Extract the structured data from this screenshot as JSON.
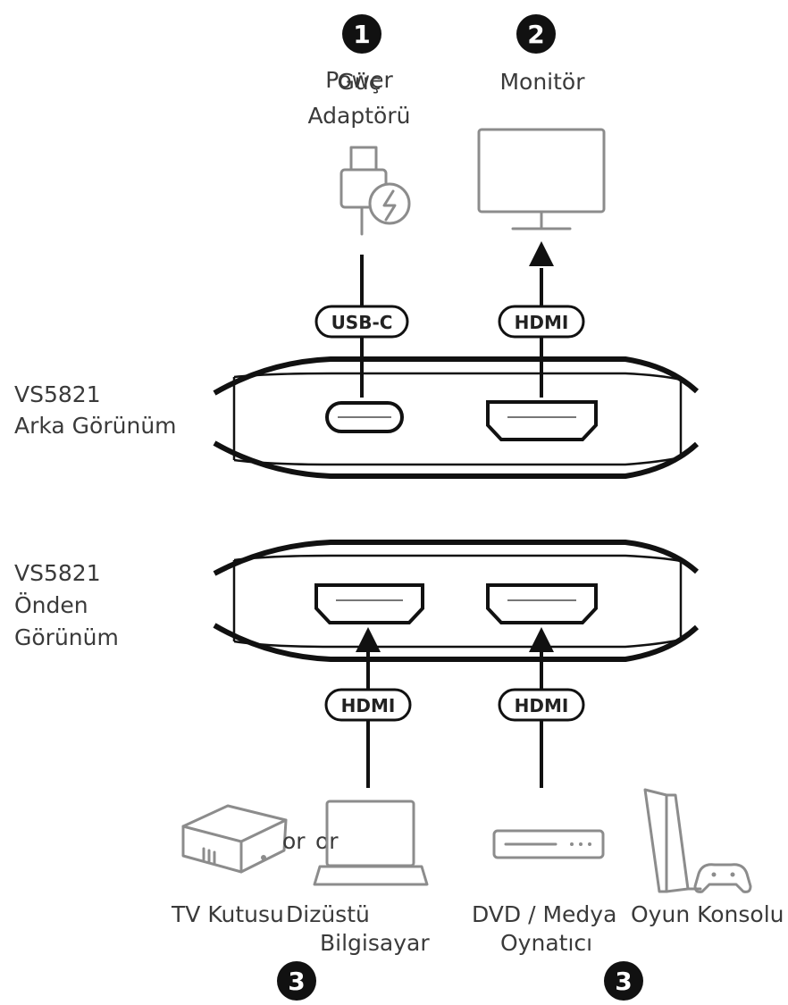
{
  "markers": {
    "one": "1",
    "two": "2",
    "three_left": "3",
    "three_right": "3"
  },
  "top": {
    "power_label_overlap": "Power",
    "power_label_line1": "Güç",
    "power_label_line2": "Adaptörü",
    "monitor_label": "Monitör"
  },
  "cables": {
    "usb_c": "USB-C",
    "hdmi_rear": "HDMI",
    "hdmi_front_left": "HDMI",
    "hdmi_front_right": "HDMI"
  },
  "views": {
    "rear_line1": "VS5821",
    "rear_line2": "Arka Görünüm",
    "front_line1": "VS5821",
    "front_line2": "Önden",
    "front_line3": "Görünüm"
  },
  "bottom": {
    "or_1": "or",
    "or_2": "or",
    "tv_box": "TV Kutusu",
    "laptop_line1": "Dizüstü",
    "laptop_line2": "Bilgisayar",
    "dvd_line1": "DVD / Medya",
    "dvd_line2": "Oynatıcı",
    "console": "Oyun Konsolu"
  }
}
